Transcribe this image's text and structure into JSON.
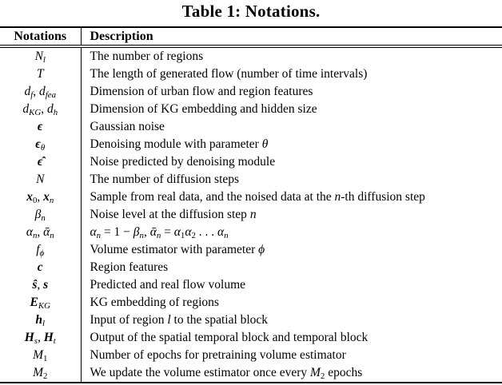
{
  "title": "Table 1: Notations.",
  "colors": {
    "text": "#000000",
    "rules": "#000000",
    "background": "#ffffff"
  },
  "table": {
    "headers": [
      {
        "label": "Notations"
      },
      {
        "label": "Description"
      }
    ],
    "rows": [
      {
        "notation": [
          {
            "t": "N",
            "i": true
          },
          {
            "t": "l",
            "i": true,
            "sub": true
          }
        ],
        "description": [
          {
            "t": "The number of regions"
          }
        ]
      },
      {
        "notation": [
          {
            "t": "T",
            "i": true
          }
        ],
        "description": [
          {
            "t": "The length of generated flow (number of time intervals)"
          }
        ]
      },
      {
        "notation": [
          {
            "t": "d",
            "i": true
          },
          {
            "t": "f",
            "i": true,
            "sub": true
          },
          {
            "t": ", "
          },
          {
            "t": "d",
            "i": true
          },
          {
            "t": "fea",
            "i": true,
            "sub": true
          }
        ],
        "description": [
          {
            "t": "Dimension of urban flow and region features"
          }
        ]
      },
      {
        "notation": [
          {
            "t": "d",
            "i": true
          },
          {
            "t": "KG",
            "i": true,
            "sub": true
          },
          {
            "t": ", "
          },
          {
            "t": "d",
            "i": true
          },
          {
            "t": "h",
            "i": true,
            "sub": true
          }
        ],
        "description": [
          {
            "t": "Dimension of KG embedding and hidden size"
          }
        ]
      },
      {
        "notation": [
          {
            "t": "ϵ",
            "i": true,
            "b": true
          }
        ],
        "description": [
          {
            "t": "Gaussian noise"
          }
        ]
      },
      {
        "notation": [
          {
            "t": "ϵ",
            "i": true,
            "b": true
          },
          {
            "t": "θ",
            "i": true,
            "sub": true
          }
        ],
        "description": [
          {
            "t": "Denoising module with parameter "
          },
          {
            "t": "θ",
            "i": true
          }
        ]
      },
      {
        "notation": [
          {
            "t": "ϵ̂",
            "i": true,
            "b": true
          }
        ],
        "description": [
          {
            "t": "Noise predicted by denoising module"
          }
        ]
      },
      {
        "notation": [
          {
            "t": "N",
            "i": true
          }
        ],
        "description": [
          {
            "t": "The number of diffusion steps"
          }
        ]
      },
      {
        "notation": [
          {
            "t": "x",
            "i": true,
            "b": true
          },
          {
            "t": "0",
            "sub": true
          },
          {
            "t": ", "
          },
          {
            "t": "x",
            "i": true,
            "b": true
          },
          {
            "t": "n",
            "i": true,
            "sub": true
          }
        ],
        "description": [
          {
            "t": "Sample from real data, and the noised data at the "
          },
          {
            "t": "n",
            "i": true
          },
          {
            "t": "-th diffusion step"
          }
        ]
      },
      {
        "notation": [
          {
            "t": "β",
            "i": true
          },
          {
            "t": "n",
            "i": true,
            "sub": true
          }
        ],
        "description": [
          {
            "t": "Noise level at the diffusion step "
          },
          {
            "t": "n",
            "i": true
          }
        ]
      },
      {
        "notation": [
          {
            "t": "α",
            "i": true
          },
          {
            "t": "n",
            "i": true,
            "sub": true
          },
          {
            "t": ", "
          },
          {
            "t": "ᾱ",
            "i": true
          },
          {
            "t": "n",
            "i": true,
            "sub": true
          }
        ],
        "description": [
          {
            "t": "α",
            "i": true
          },
          {
            "t": "n",
            "i": true,
            "sub": true
          },
          {
            "t": " = 1 − "
          },
          {
            "t": "β",
            "i": true
          },
          {
            "t": "n",
            "i": true,
            "sub": true
          },
          {
            "t": ", "
          },
          {
            "t": "ᾱ",
            "i": true
          },
          {
            "t": "n",
            "i": true,
            "sub": true
          },
          {
            "t": " = "
          },
          {
            "t": "α",
            "i": true
          },
          {
            "t": "1",
            "sub": true
          },
          {
            "t": "α",
            "i": true
          },
          {
            "t": "2",
            "sub": true
          },
          {
            "t": " . . . "
          },
          {
            "t": "α",
            "i": true
          },
          {
            "t": "n",
            "i": true,
            "sub": true
          }
        ]
      },
      {
        "notation": [
          {
            "t": "f",
            "i": true
          },
          {
            "t": "ϕ",
            "i": true,
            "sub": true
          }
        ],
        "description": [
          {
            "t": "Volume estimator with parameter "
          },
          {
            "t": "ϕ",
            "i": true
          }
        ]
      },
      {
        "notation": [
          {
            "t": "c",
            "i": true,
            "b": true
          }
        ],
        "description": [
          {
            "t": "Region features"
          }
        ]
      },
      {
        "notation": [
          {
            "t": "ŝ",
            "i": true,
            "b": true
          },
          {
            "t": ", "
          },
          {
            "t": "s",
            "i": true,
            "b": true
          }
        ],
        "description": [
          {
            "t": "Predicted and real flow volume"
          }
        ]
      },
      {
        "notation": [
          {
            "t": "E",
            "i": true,
            "b": true
          },
          {
            "t": "KG",
            "i": true,
            "sub": true
          }
        ],
        "description": [
          {
            "t": "KG embedding of regions"
          }
        ]
      },
      {
        "notation": [
          {
            "t": "h",
            "i": true,
            "b": true
          },
          {
            "t": "l",
            "i": true,
            "sub": true
          }
        ],
        "description": [
          {
            "t": "Input of region "
          },
          {
            "t": "l",
            "i": true
          },
          {
            "t": " to the spatial block"
          }
        ]
      },
      {
        "notation": [
          {
            "t": "H",
            "i": true,
            "b": true
          },
          {
            "t": "s",
            "i": true,
            "sub": true
          },
          {
            "t": ", "
          },
          {
            "t": "H",
            "i": true,
            "b": true
          },
          {
            "t": "t",
            "i": true,
            "sub": true
          }
        ],
        "description": [
          {
            "t": "Output of the spatial temporal block and temporal block"
          }
        ]
      },
      {
        "notation": [
          {
            "t": "M",
            "i": true
          },
          {
            "t": "1",
            "sub": true
          }
        ],
        "description": [
          {
            "t": "Number of epochs for pretraining volume estimator"
          }
        ]
      },
      {
        "notation": [
          {
            "t": "M",
            "i": true
          },
          {
            "t": "2",
            "sub": true
          }
        ],
        "description": [
          {
            "t": "We update the volume estimator once every "
          },
          {
            "t": "M",
            "i": true
          },
          {
            "t": "2",
            "sub": true
          },
          {
            "t": " epochs"
          }
        ]
      }
    ]
  }
}
